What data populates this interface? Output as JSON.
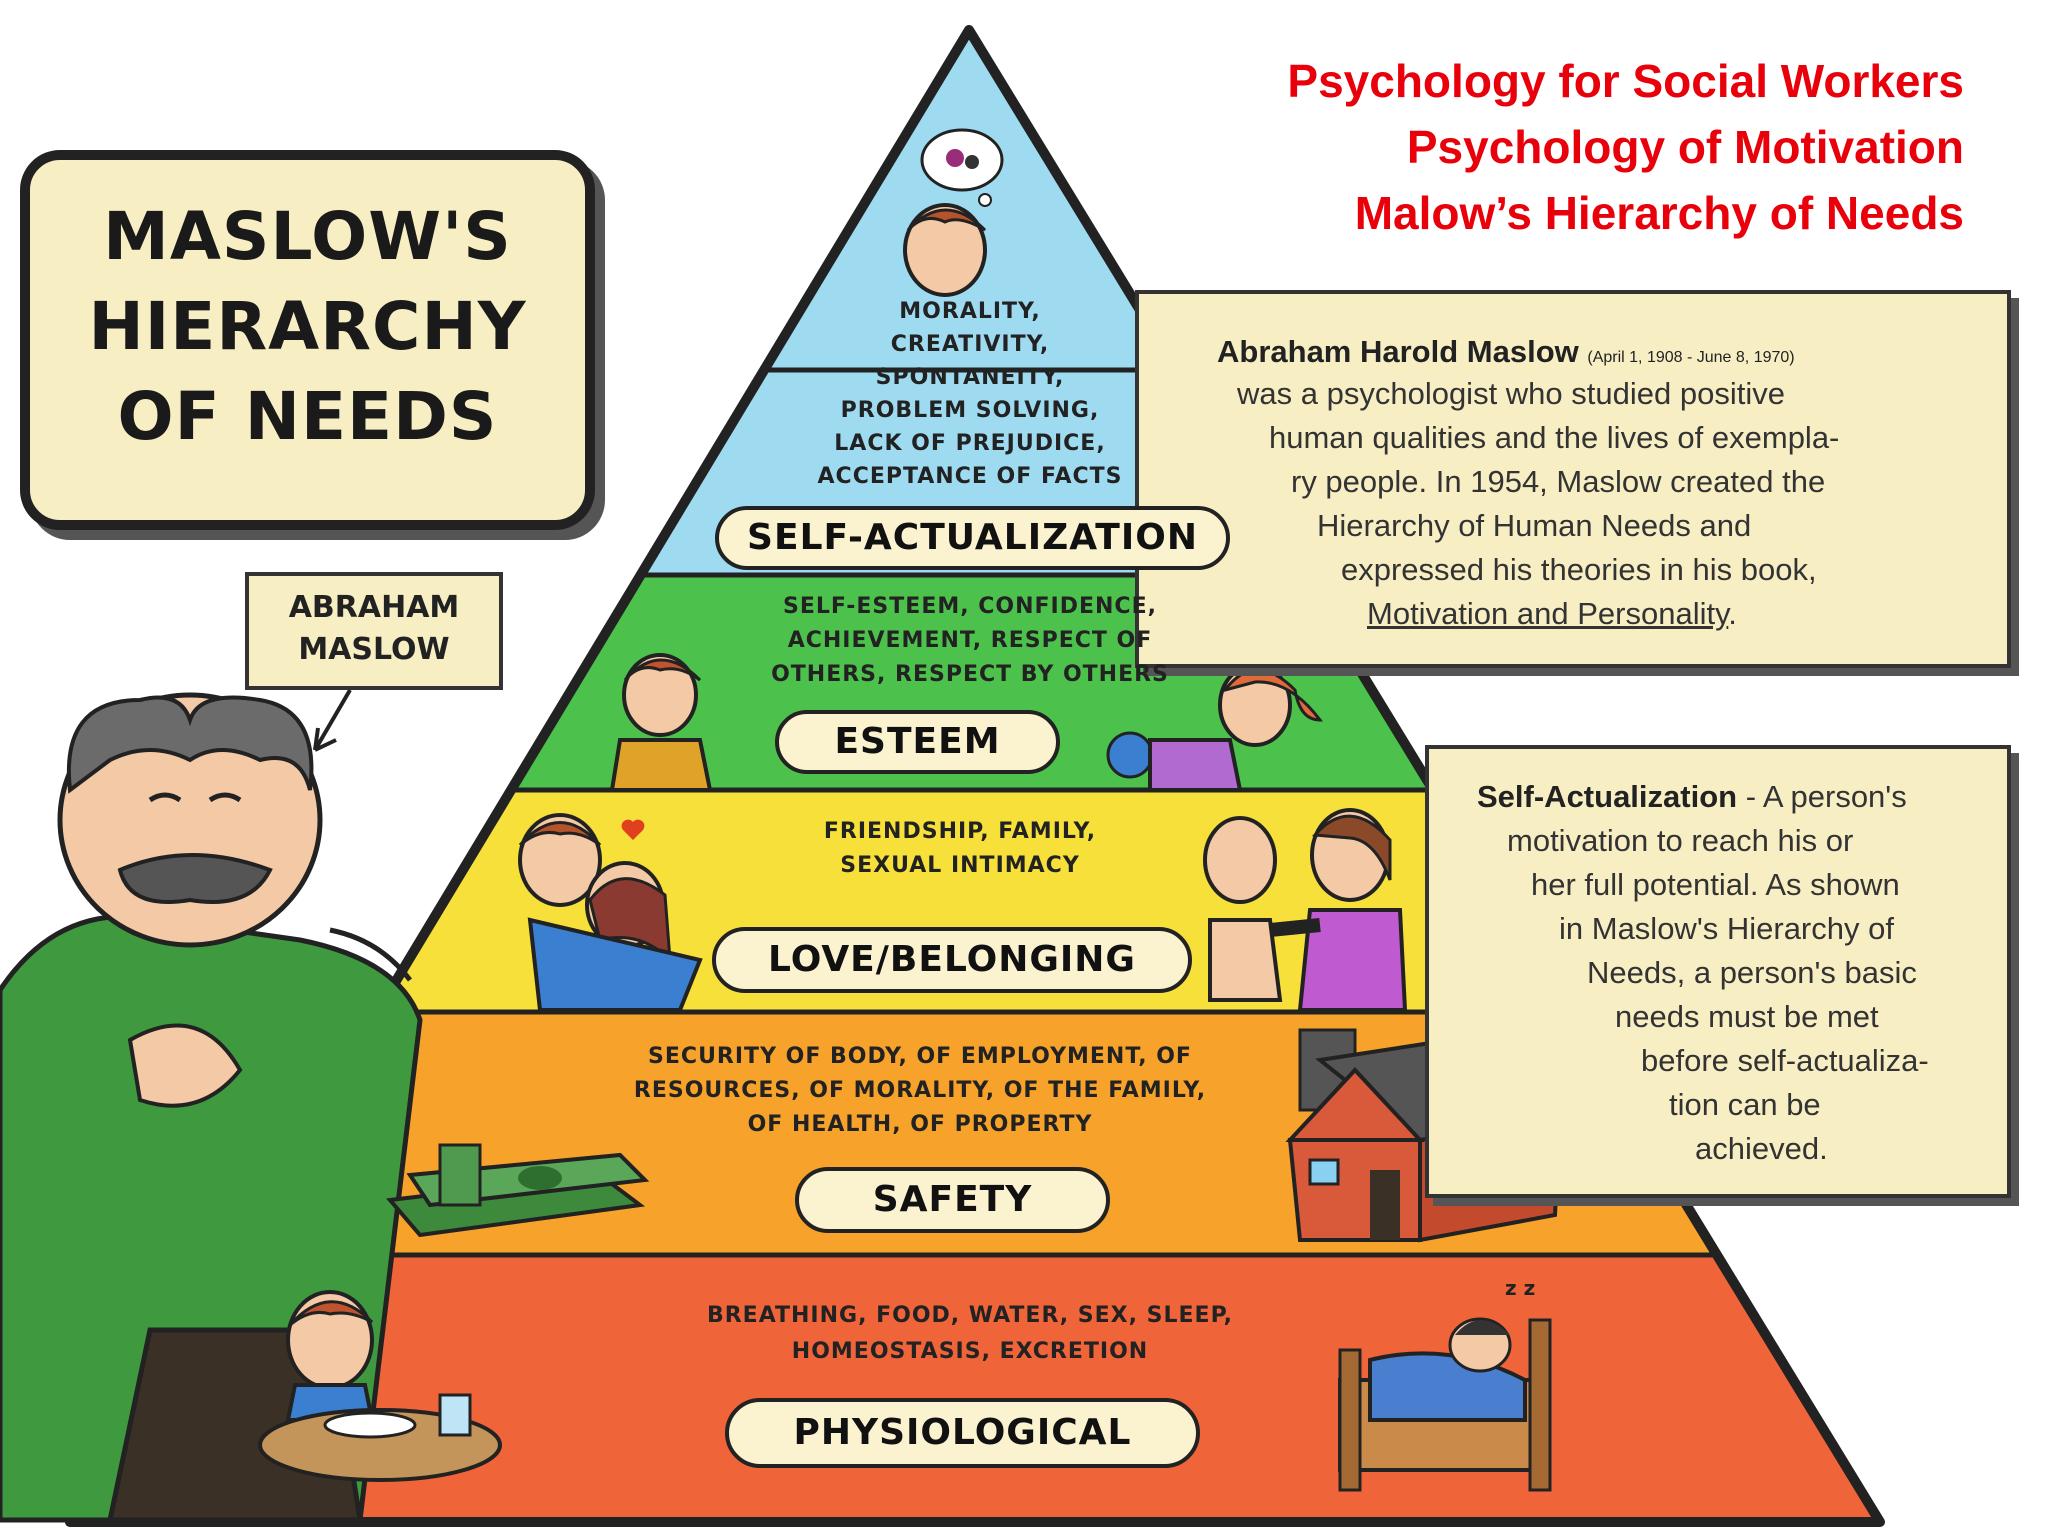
{
  "header": {
    "lines": [
      "Psychology for Social Workers",
      "Psychology of Motivation",
      "Malow’s Hierarchy of Needs"
    ]
  },
  "title_box": {
    "lines": [
      "MASLOW'S",
      "HIERARCHY",
      "OF NEEDS"
    ]
  },
  "name_tag": {
    "lines": [
      "ABRAHAM",
      "MASLOW"
    ]
  },
  "pyramid": {
    "tiers": [
      {
        "label": "SELF-ACTUALIZATION",
        "color": "#9fdbf0",
        "desc": [
          "MORALITY,",
          "CREATIVITY,",
          "SPONTANEITY,",
          "PROBLEM SOLVING,",
          "LACK OF PREJUDICE,",
          "ACCEPTANCE OF FACTS"
        ]
      },
      {
        "label": "ESTEEM",
        "color": "#4cc24c",
        "desc": [
          "SELF-ESTEEM, CONFIDENCE,",
          "ACHIEVEMENT, RESPECT OF",
          "OTHERS, RESPECT BY OTHERS"
        ]
      },
      {
        "label": "LOVE/BELONGING",
        "color": "#f7e03a",
        "desc": [
          "FRIENDSHIP, FAMILY,",
          "SEXUAL INTIMACY"
        ]
      },
      {
        "label": "SAFETY",
        "color": "#f7a22a",
        "desc": [
          "SECURITY OF BODY, OF EMPLOYMENT, OF",
          "RESOURCES, OF MORALITY, OF THE FAMILY,",
          "OF HEALTH, OF PROPERTY"
        ]
      },
      {
        "label": "PHYSIOLOGICAL",
        "color": "#f0643a",
        "desc": [
          "BREATHING, FOOD, WATER, SEX, SLEEP,",
          "HOMEOSTASIS, EXCRETION"
        ]
      }
    ]
  },
  "bio_box": {
    "name": "Abraham Harold Maslow",
    "dates": "(April 1, 1908 - June 8, 1970)",
    "lines": [
      "was a psychologist who studied positive",
      "human qualities and the lives of exempla-",
      "ry people. In 1954, Maslow created the",
      "Hierarchy of Human Needs and",
      "expressed his theories in his book,"
    ],
    "book": "Motivation and Personality",
    "book_suffix": "."
  },
  "sa_box": {
    "term": "Self-Actualization",
    "first_line_rest": " - A person's",
    "lines": [
      "motivation to reach his or",
      "her full potential. As shown",
      "in Maslow's Hierarchy of",
      "Needs, a person's basic",
      "needs must be met",
      "before self-actualiza-",
      "tion can be",
      "achieved."
    ]
  },
  "icons": {
    "maslow": "maslow-character-icon",
    "thinker": "thinking-boy-icon",
    "esteem_kids": "medal-giving-kids-icon",
    "hugging": "hugging-couple-icon",
    "father": "father-lifting-baby-icon",
    "money": "money-stack-icon",
    "house": "house-icon",
    "eating": "eating-child-icon",
    "sleeping": "sleeping-person-icon"
  },
  "colors": {
    "header_red": "#e8000b",
    "panel_cream": "#f8eec4"
  }
}
